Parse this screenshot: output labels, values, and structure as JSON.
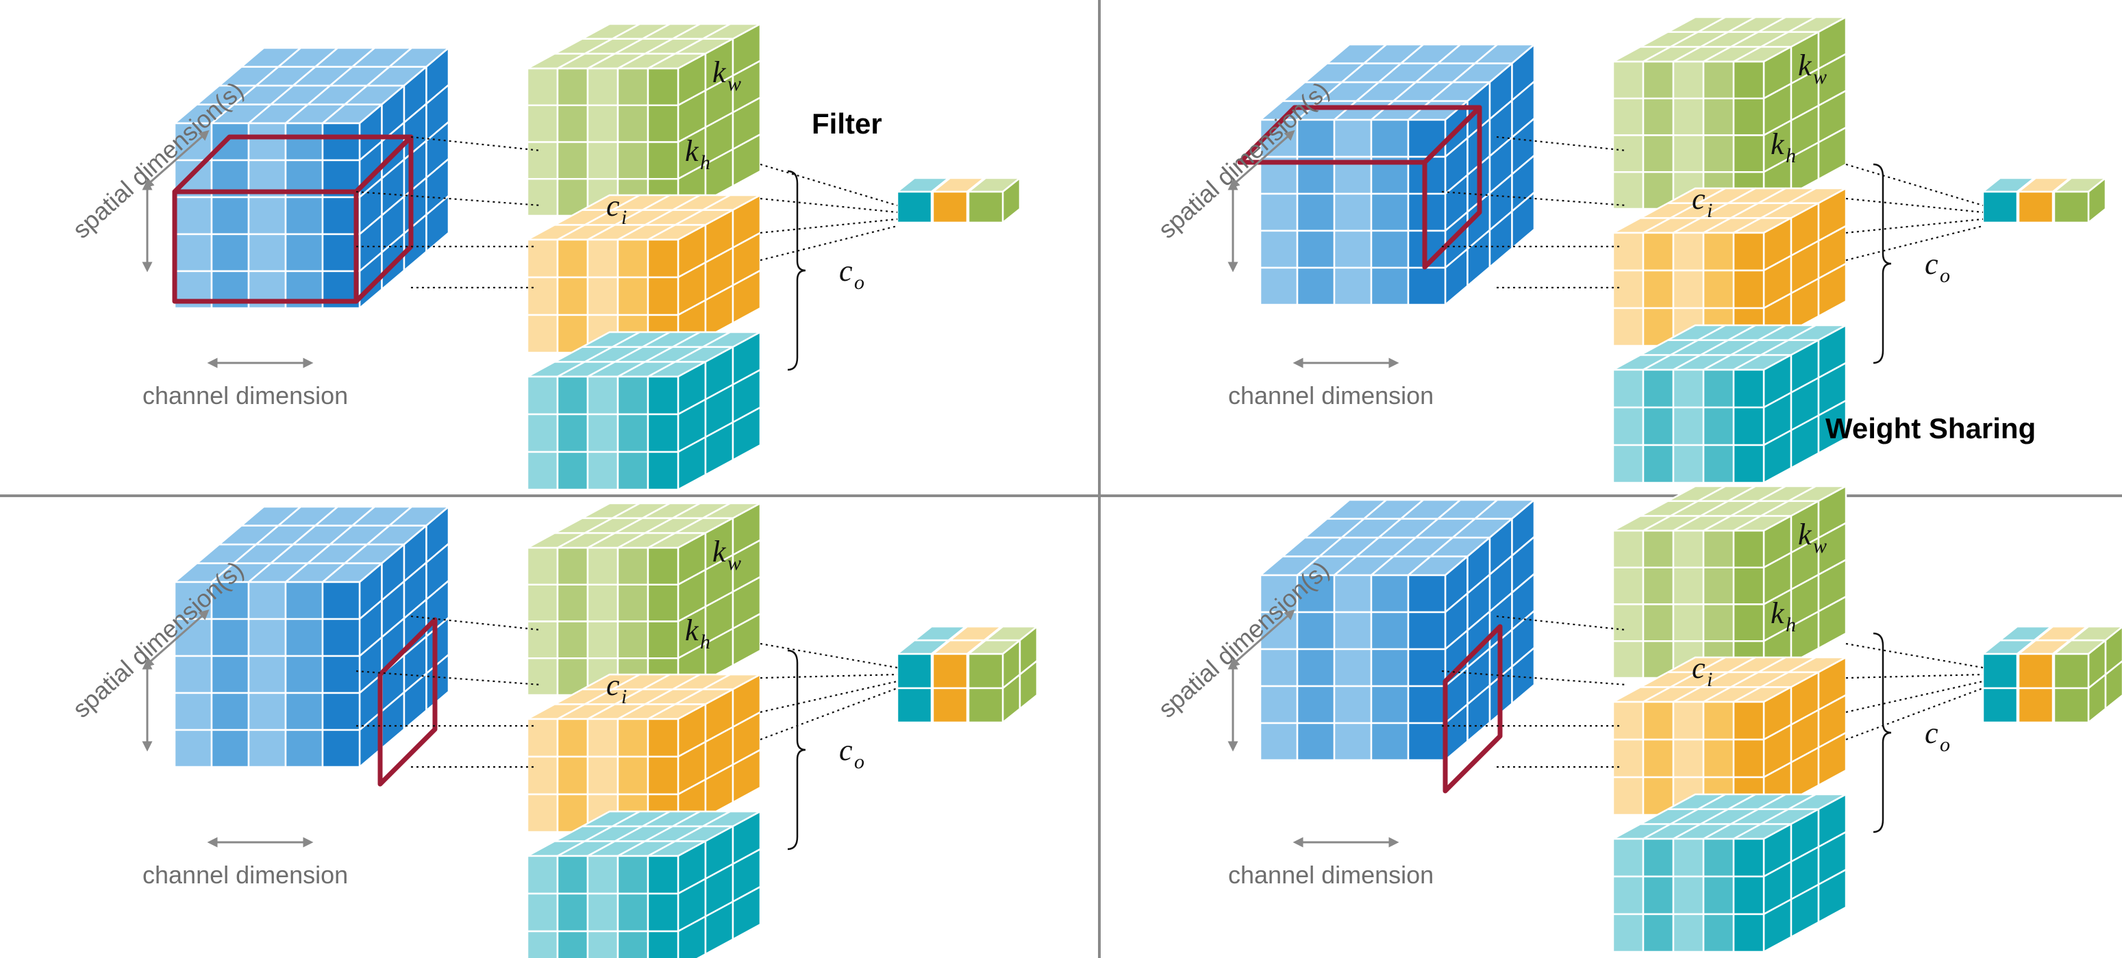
{
  "panels": [
    {
      "id": "filter",
      "title": "Filter",
      "spatial_label": "spatial dimension(s)",
      "channel_label": "channel dimension",
      "symbols": {
        "kw": {
          "base": "k",
          "sub": "w"
        },
        "kh": {
          "base": "k",
          "sub": "h"
        },
        "ci": {
          "base": "c",
          "sub": "i"
        },
        "co": {
          "base": "c",
          "sub": "o"
        }
      }
    },
    {
      "id": "weight-sharing",
      "title": "Weight Sharing",
      "spatial_label": "spatial dimension(s)",
      "channel_label": "channel dimension",
      "symbols": {
        "kw": {
          "base": "k",
          "sub": "w"
        },
        "kh": {
          "base": "k",
          "sub": "h"
        },
        "ci": {
          "base": "c",
          "sub": "i"
        },
        "co": {
          "base": "c",
          "sub": "o"
        }
      }
    },
    {
      "id": "bottom-left",
      "title": "",
      "spatial_label": "spatial dimension(s)",
      "channel_label": "channel dimension",
      "symbols": {
        "kw": {
          "base": "k",
          "sub": "w"
        },
        "kh": {
          "base": "k",
          "sub": "h"
        },
        "ci": {
          "base": "c",
          "sub": "i"
        },
        "co": {
          "base": "c",
          "sub": "o"
        }
      }
    },
    {
      "id": "bottom-right",
      "title": "",
      "spatial_label": "spatial dimension(s)",
      "channel_label": "channel dimension",
      "symbols": {
        "kw": {
          "base": "k",
          "sub": "w"
        },
        "kh": {
          "base": "k",
          "sub": "h"
        },
        "ci": {
          "base": "c",
          "sub": "i"
        },
        "co": {
          "base": "c",
          "sub": "o"
        }
      }
    }
  ],
  "colors": {
    "blue": [
      "#8cc3ea",
      "#5aa6dd",
      "#1d7fcb"
    ],
    "green": [
      "#d1e1a8",
      "#b3cc7a",
      "#95b84f"
    ],
    "orange": [
      "#fcdca0",
      "#f8c45c",
      "#f0a623"
    ],
    "teal": [
      "#8fd6de",
      "#4dbcc8",
      "#06a4b4"
    ],
    "highlight": "#9c1c35",
    "divider": "#8a8a8a"
  }
}
